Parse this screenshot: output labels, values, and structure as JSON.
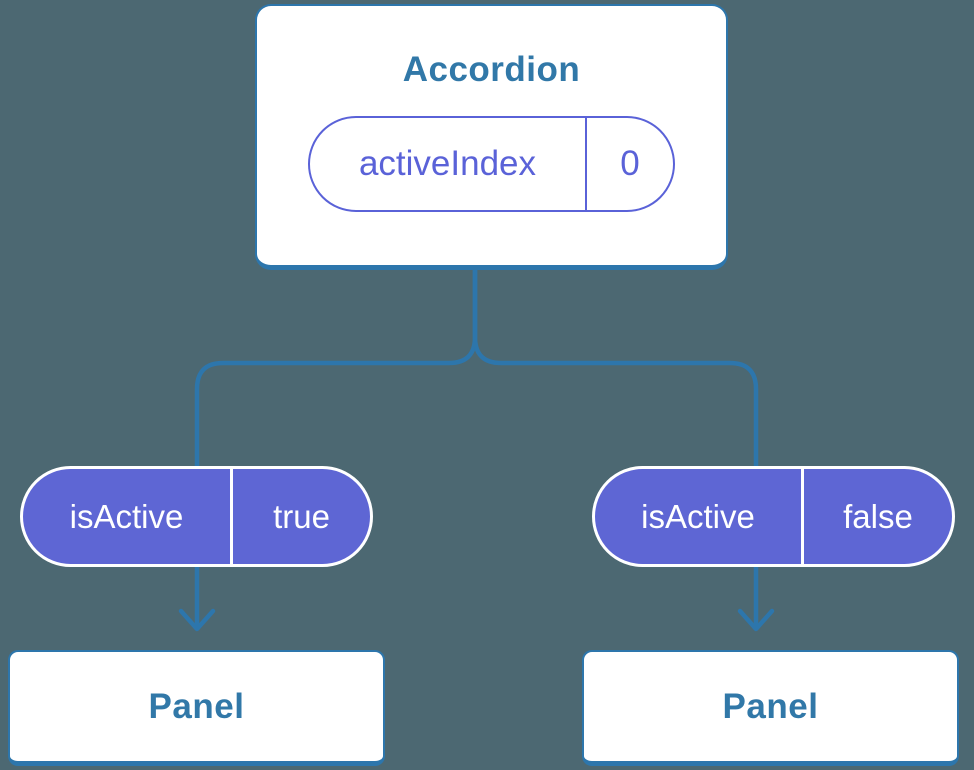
{
  "colors": {
    "background": "#4C6872",
    "connector": "#2D76AC",
    "node-border": "#2D76AC",
    "node-text": "#3178A8",
    "prop-accent": "#5A62D8",
    "prop-fill": "#5E66D4",
    "card-bg": "#FFFFFF",
    "prop-text-on-fill": "#FFFFFF"
  },
  "tree": {
    "root": {
      "name": "Accordion",
      "state": {
        "name": "activeIndex",
        "value": "0"
      }
    },
    "children": [
      {
        "prop": {
          "name": "isActive",
          "value": "true"
        },
        "child": "Panel"
      },
      {
        "prop": {
          "name": "isActive",
          "value": "false"
        },
        "child": "Panel"
      }
    ]
  }
}
